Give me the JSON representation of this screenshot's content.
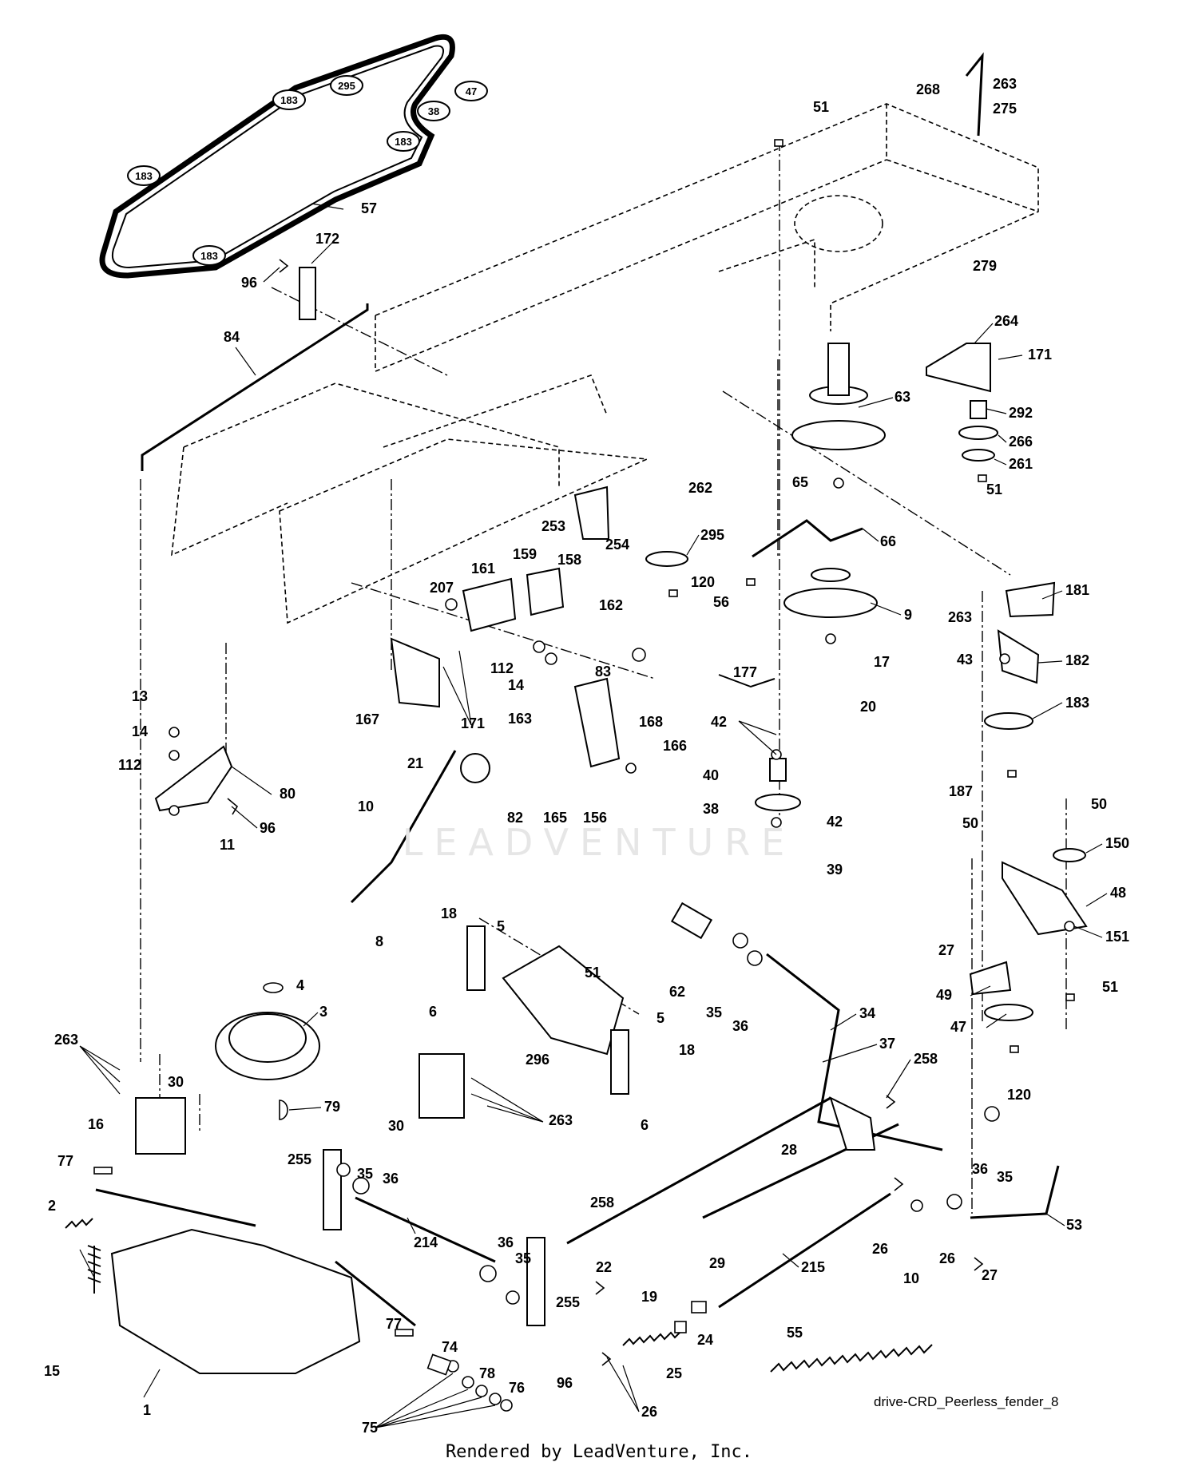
{
  "diagram": {
    "caption": "drive-CRD_Peerless_fender_8",
    "footer": "Rendered by LeadVenture, Inc.",
    "watermark": "LEADVENTURE",
    "belt_pulley_labels": [
      "295",
      "183",
      "38",
      "47",
      "183",
      "183",
      "183"
    ],
    "callouts": [
      "268",
      "263",
      "275",
      "51",
      "57",
      "172",
      "96",
      "84",
      "279",
      "264",
      "171",
      "63",
      "292",
      "266",
      "261",
      "51",
      "65",
      "66",
      "262",
      "295",
      "120",
      "56",
      "9",
      "17",
      "20",
      "253",
      "254",
      "159",
      "161",
      "207",
      "158",
      "162",
      "112",
      "14",
      "163",
      "83",
      "167",
      "171",
      "263",
      "181",
      "43",
      "182",
      "183",
      "187",
      "13",
      "14",
      "112",
      "80",
      "96",
      "11",
      "177",
      "42",
      "40",
      "38",
      "42",
      "39",
      "21",
      "82",
      "165",
      "156",
      "168",
      "166",
      "10",
      "8",
      "50",
      "50",
      "150",
      "48",
      "27",
      "151",
      "49",
      "51",
      "47",
      "120",
      "18",
      "5",
      "6",
      "51",
      "296",
      "5",
      "18",
      "6",
      "4",
      "3",
      "62",
      "35",
      "36",
      "34",
      "37",
      "258",
      "263",
      "30",
      "16",
      "79",
      "30",
      "263",
      "77",
      "2",
      "255",
      "35",
      "36",
      "214",
      "36",
      "35",
      "255",
      "258",
      "22",
      "28",
      "29",
      "215",
      "26",
      "10",
      "26",
      "27",
      "36",
      "35",
      "53",
      "55",
      "19",
      "24",
      "25",
      "96",
      "26",
      "77",
      "74",
      "78",
      "76",
      "75",
      "1",
      "15"
    ]
  }
}
